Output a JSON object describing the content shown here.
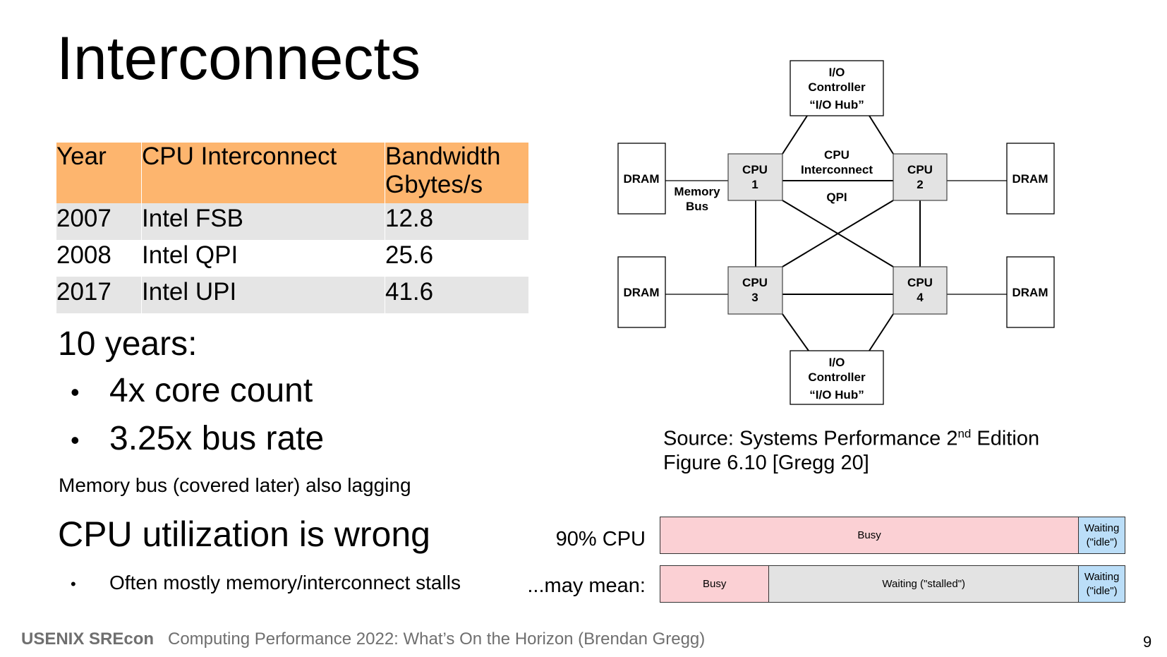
{
  "slide": {
    "title": "Interconnects",
    "page_number": "9"
  },
  "table": {
    "headers": [
      "Year",
      "CPU Interconnect",
      "Bandwidth Gbytes/s"
    ],
    "rows": [
      [
        "2007",
        "Intel FSB",
        "12.8"
      ],
      [
        "2008",
        "Intel QPI",
        "25.6"
      ],
      [
        "2017",
        "Intel UPI",
        "41.6"
      ]
    ]
  },
  "summary": {
    "heading": "10 years:",
    "bullets": [
      "4x core count",
      "3.25x bus rate"
    ],
    "note": "Memory bus (covered later) also lagging"
  },
  "utilization": {
    "heading": "CPU utilization is wrong",
    "bullet": "Often mostly memory/interconnect stalls",
    "bars": [
      {
        "label": "90% CPU",
        "segments": [
          {
            "text": "Busy",
            "fraction": 0.9
          },
          {
            "text": "Waiting (\"idle\")",
            "fraction": 0.1
          }
        ]
      },
      {
        "label": "...may mean:",
        "segments": [
          {
            "text": "Busy",
            "fraction": 0.233
          },
          {
            "text": "Waiting (\"stalled\")",
            "fraction": 0.667
          },
          {
            "text": "Waiting (\"idle\")",
            "fraction": 0.1
          }
        ]
      }
    ]
  },
  "diagram": {
    "io_top": [
      "I/O",
      "Controller",
      "“I/O Hub”"
    ],
    "io_bottom": [
      "I/O",
      "Controller",
      "“I/O Hub”"
    ],
    "dram": "DRAM",
    "cpu1": [
      "CPU",
      "1"
    ],
    "cpu2": [
      "CPU",
      "2"
    ],
    "cpu3": [
      "CPU",
      "3"
    ],
    "cpu4": [
      "CPU",
      "4"
    ],
    "interconnect": [
      "CPU",
      "Interconnect"
    ],
    "qpi": "QPI",
    "memory_bus": [
      "Memory",
      "Bus"
    ]
  },
  "source": {
    "line1_prefix": "Source: Systems Performance 2",
    "line1_sup": "nd",
    "line1_suffix": " Edition",
    "line2": "Figure 6.10 [Gregg 20]"
  },
  "footer": {
    "brand": "USENIX SREcon",
    "text": "Computing Performance 2022: What’s On the Horizon (Brendan Gregg)"
  }
}
